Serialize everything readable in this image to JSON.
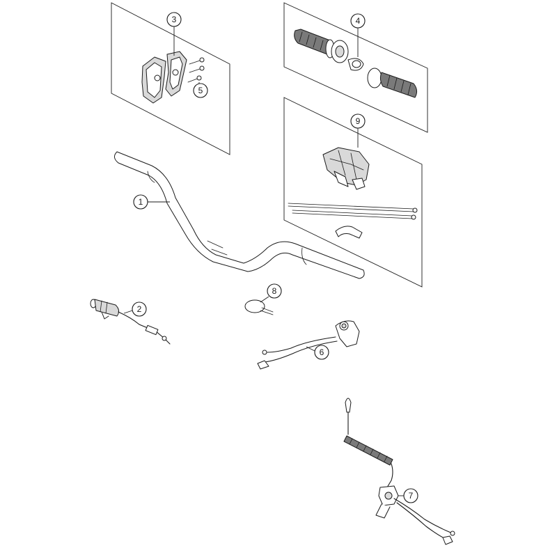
{
  "diagram": {
    "callouts": [
      {
        "id": "handlebar",
        "label": "1"
      },
      {
        "id": "throttle-cable-assembly",
        "label": "2"
      },
      {
        "id": "handlebar-clamp",
        "label": "3"
      },
      {
        "id": "grip-set",
        "label": "4"
      },
      {
        "id": "clamp-bolts",
        "label": "5"
      },
      {
        "id": "kill-switch",
        "label": "6"
      },
      {
        "id": "tether-lanyard-switch",
        "label": "7"
      },
      {
        "id": "cable-tie",
        "label": "8"
      },
      {
        "id": "handlebar-pad-kit",
        "label": "9"
      }
    ],
    "colors": {
      "line": "#1a1a1a",
      "fill": "#ffffff",
      "shade": "#d9d9d9"
    }
  }
}
